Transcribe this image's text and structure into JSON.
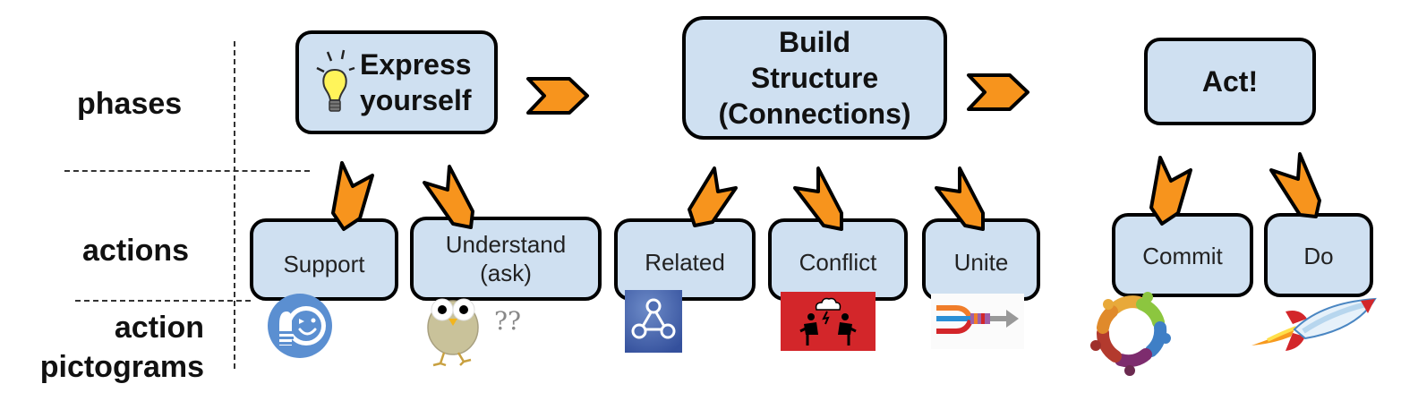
{
  "row_labels": {
    "phases": "phases",
    "actions": "actions",
    "pictograms_line1": "action",
    "pictograms_line2": "pictograms"
  },
  "phases": [
    {
      "id": "express",
      "line1": "Express",
      "line2": "yourself",
      "icon": "lightbulb-icon"
    },
    {
      "id": "build",
      "line1": "Build",
      "line2": "Structure",
      "line3": "(Connections)"
    },
    {
      "id": "act",
      "line1": "Act!"
    }
  ],
  "actions": [
    {
      "id": "support",
      "label": "Support",
      "pictogram": "thumbs-up-smiley-icon"
    },
    {
      "id": "understand",
      "line1": "Understand",
      "line2": "(ask)",
      "pictogram": "owl-question-icon",
      "pictogram_text": "??"
    },
    {
      "id": "related",
      "label": "Related",
      "pictogram": "network-graph-icon"
    },
    {
      "id": "conflict",
      "label": "Conflict",
      "pictogram": "conflict-people-icon"
    },
    {
      "id": "unite",
      "label": "Unite",
      "pictogram": "merging-ropes-icon"
    },
    {
      "id": "commit",
      "label": "Commit",
      "pictogram": "team-circle-icon"
    },
    {
      "id": "do",
      "label": "Do",
      "pictogram": "rocket-icon"
    }
  ],
  "colors": {
    "box_fill": "#cfe0f1",
    "box_border": "#000000",
    "arrow_fill": "#f7941d",
    "related_bg": "#3f5ea8",
    "conflict_bg": "#d32f2f",
    "support_bg": "#5b8fd1"
  }
}
